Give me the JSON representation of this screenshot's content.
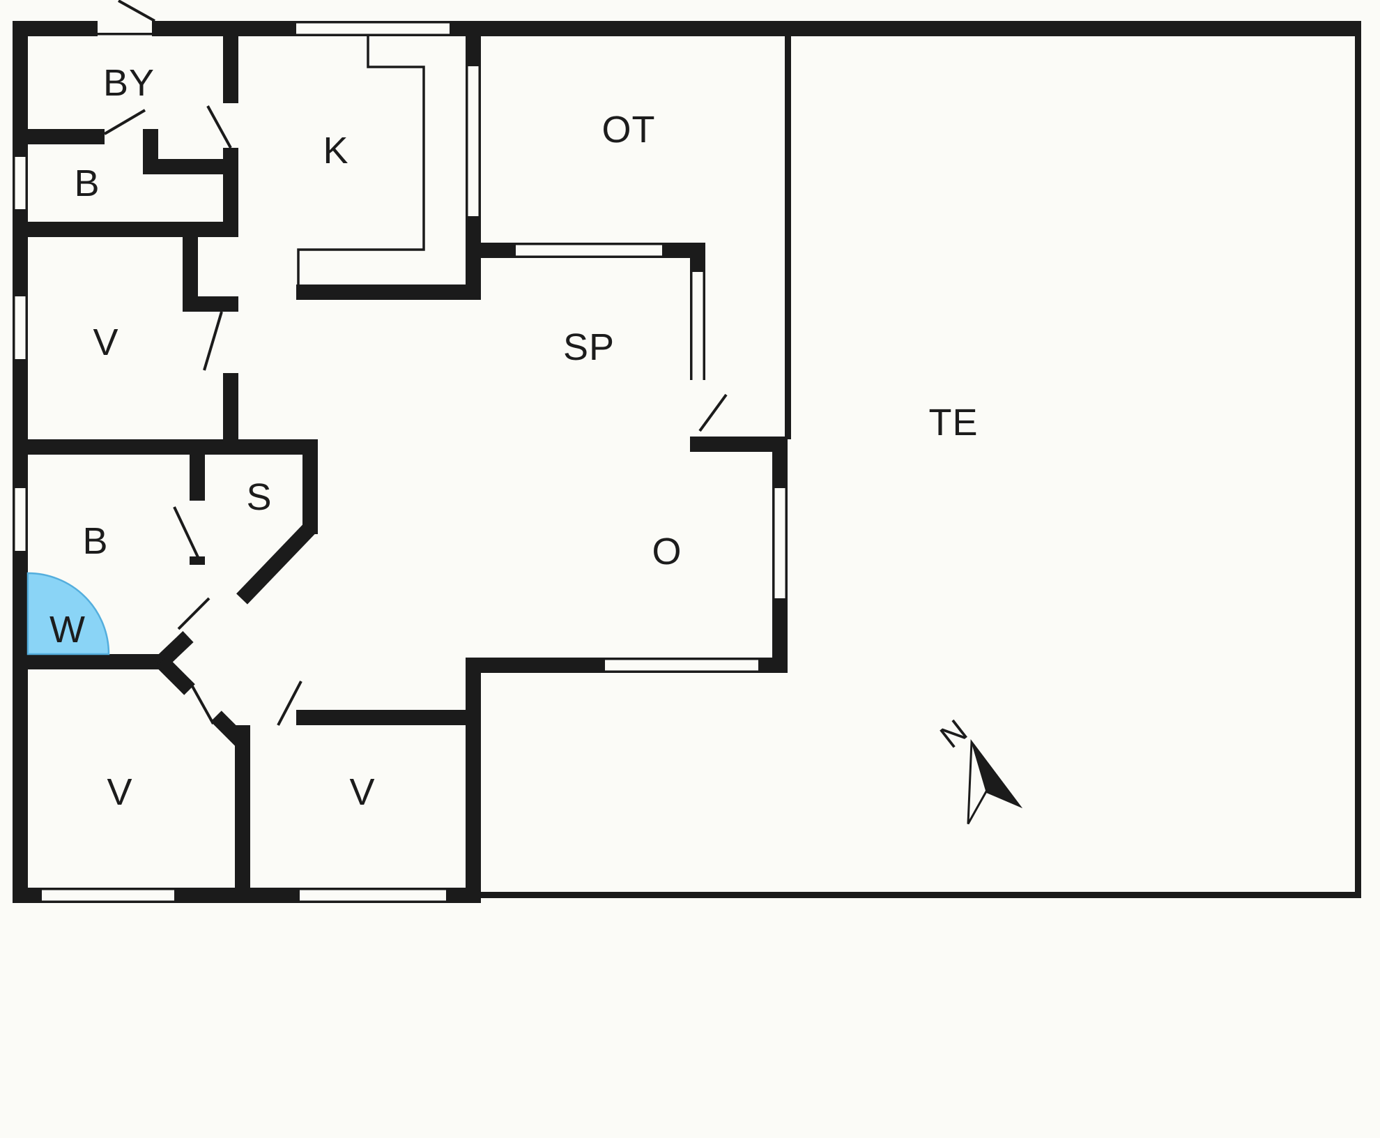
{
  "plan": {
    "rooms": {
      "by": "BY",
      "b_top": "B",
      "k": "K",
      "ot": "OT",
      "v_mid": "V",
      "sp": "SP",
      "te": "TE",
      "s": "S",
      "b_bath": "B",
      "w": "W",
      "o": "O",
      "v_bottom_left": "V",
      "v_bottom_mid": "V"
    },
    "compass": {
      "north": "N"
    },
    "colors": {
      "wall": "#1b1b1b",
      "background": "#fbfbf7",
      "shower_fill": "#8ad4f6",
      "shower_stroke": "#54aedd"
    }
  }
}
